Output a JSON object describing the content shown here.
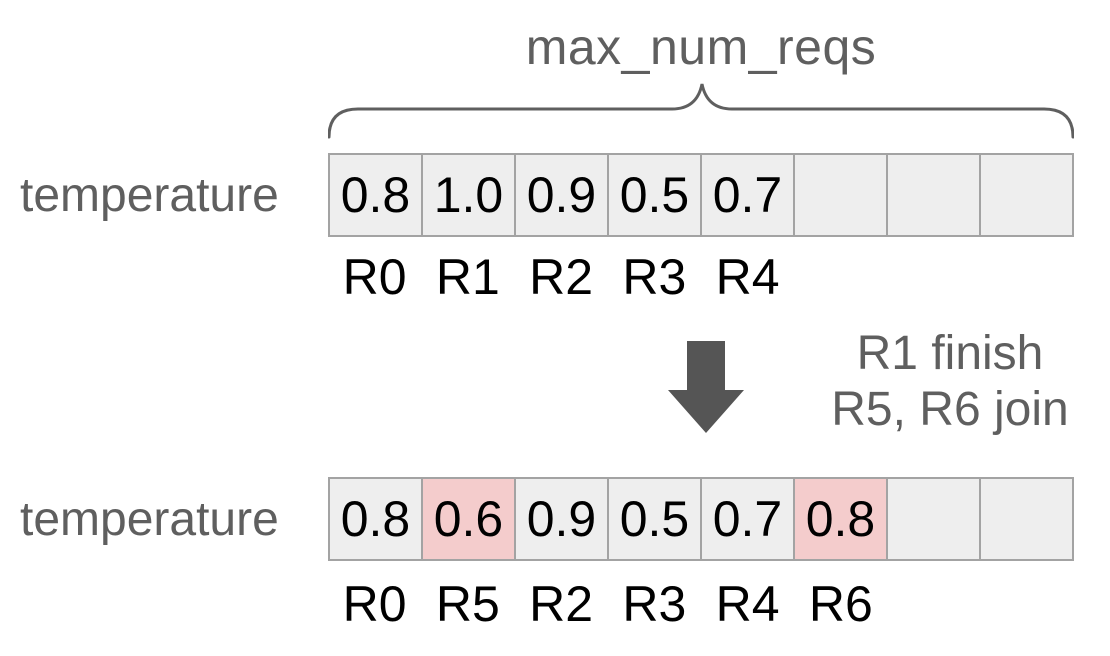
{
  "brace": {
    "label": "max_num_reqs"
  },
  "colors": {
    "annotation_gray": "#5f5f5f",
    "arrow_gray": "#555555",
    "cell_fill": "#eeeeee",
    "cell_highlight": "#f4cccc",
    "cell_border": "#a3a3a3",
    "value_black": "#000000"
  },
  "row1": {
    "label": "temperature",
    "cells": [
      {
        "value": "0.8",
        "highlight": false
      },
      {
        "value": "1.0",
        "highlight": false
      },
      {
        "value": "0.9",
        "highlight": false
      },
      {
        "value": "0.5",
        "highlight": false
      },
      {
        "value": "0.7",
        "highlight": false
      },
      {
        "value": "",
        "highlight": false
      },
      {
        "value": "",
        "highlight": false
      },
      {
        "value": "",
        "highlight": false
      }
    ],
    "req_labels": [
      "R0",
      "R1",
      "R2",
      "R3",
      "R4",
      "",
      "",
      ""
    ]
  },
  "transition": {
    "line1": "R1 finish",
    "line2": "R5, R6 join"
  },
  "row2": {
    "label": "temperature",
    "cells": [
      {
        "value": "0.8",
        "highlight": false
      },
      {
        "value": "0.6",
        "highlight": true
      },
      {
        "value": "0.9",
        "highlight": false
      },
      {
        "value": "0.5",
        "highlight": false
      },
      {
        "value": "0.7",
        "highlight": false
      },
      {
        "value": "0.8",
        "highlight": true
      },
      {
        "value": "",
        "highlight": false
      },
      {
        "value": "",
        "highlight": false
      }
    ],
    "req_labels": [
      "R0",
      "R5",
      "R2",
      "R3",
      "R4",
      "R6",
      "",
      ""
    ]
  }
}
